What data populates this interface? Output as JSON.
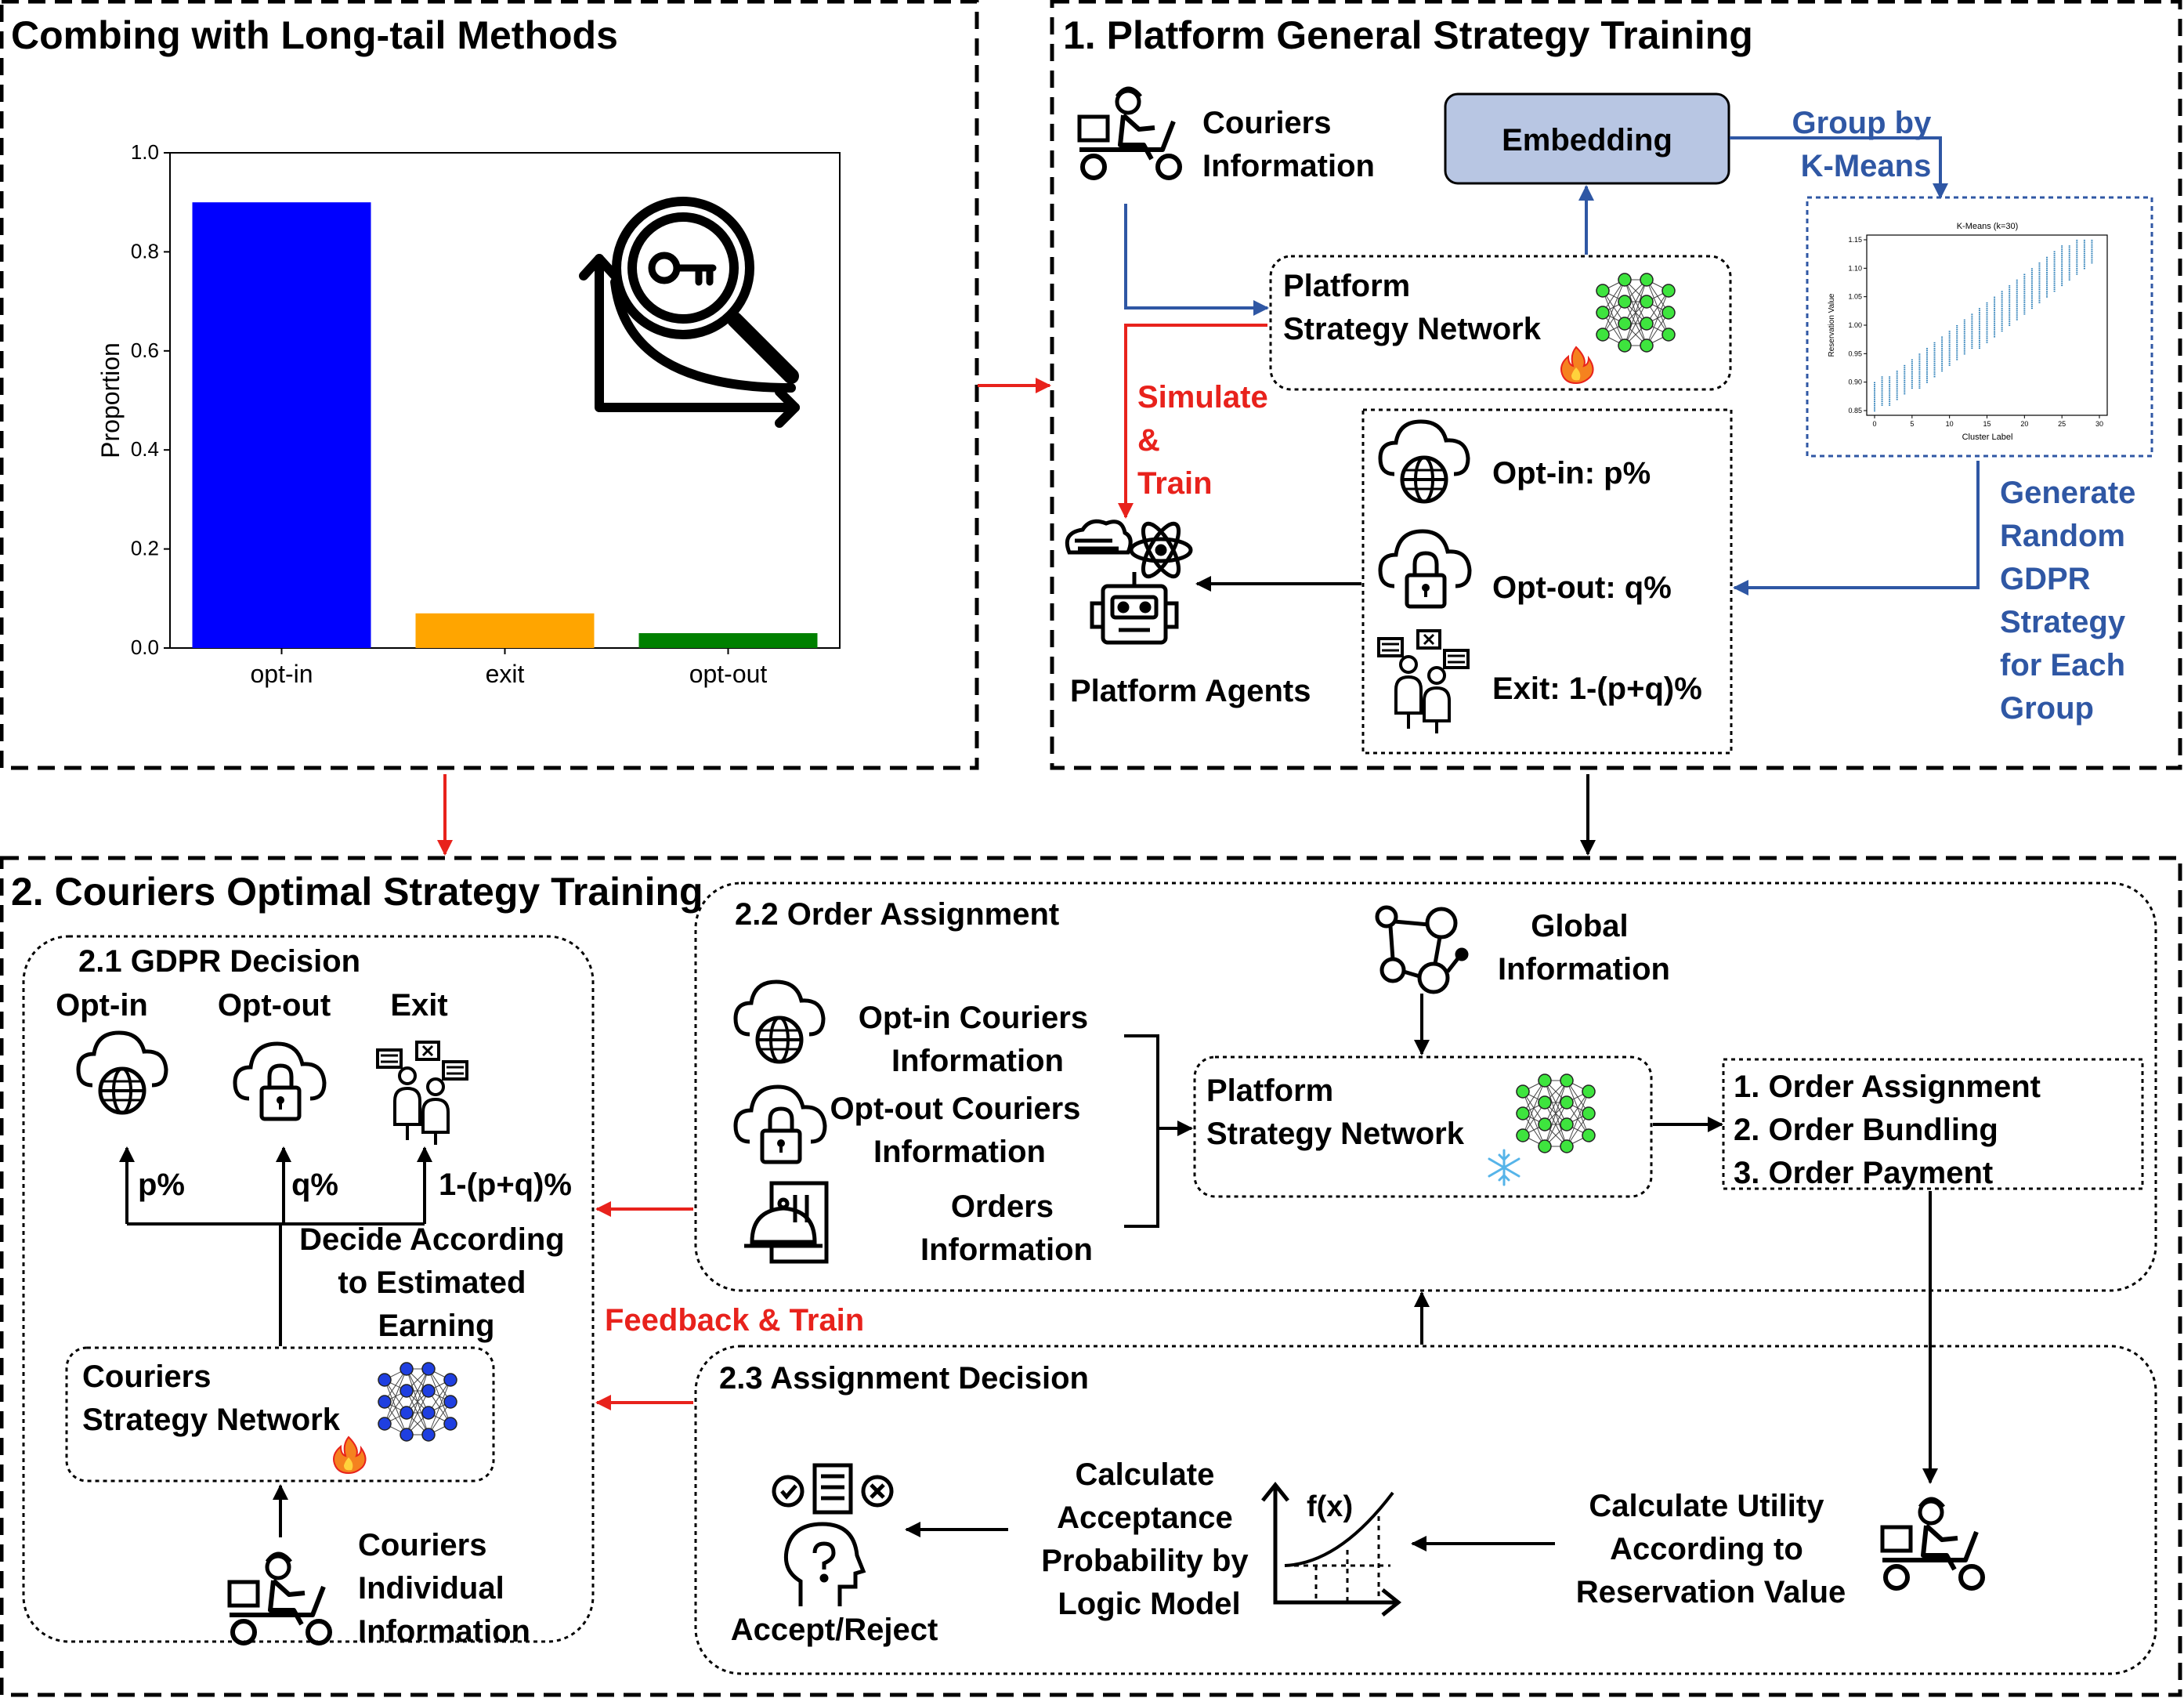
{
  "colors": {
    "red": "#e8221c",
    "blue": "#2f57a4",
    "embedding_fill": "#b8c6e3",
    "bar_optin": "#0000ff",
    "bar_exit": "#ffa500",
    "bar_optout": "#008000",
    "node_green": "#3ee43e",
    "node_blue": "#1f3fe0",
    "scatter": "#1f77b4",
    "black": "#000000"
  },
  "panels": {
    "longtail": {
      "title": "Combing with Long-tail Methods"
    },
    "platform": {
      "title": "1. Platform General Strategy Training"
    },
    "couriers": {
      "title": "2. Couriers Optimal Strategy Training"
    }
  },
  "chart_data": [
    {
      "type": "bar",
      "categories": [
        "opt-in",
        "exit",
        "opt-out"
      ],
      "values": [
        0.9,
        0.07,
        0.03
      ],
      "ylabel": "Proportion",
      "xlabel": "",
      "ylim": [
        0,
        1.0
      ],
      "yticks": [
        "0.0",
        "0.2",
        "0.4",
        "0.6",
        "0.8",
        "1.0"
      ],
      "colors": [
        "#0000ff",
        "#ffa500",
        "#008000"
      ],
      "icon": "long-tail-key-search-icon"
    },
    {
      "type": "scatter",
      "title": "K-Means (k=30)",
      "xlabel": "Cluster Label",
      "ylabel": "Reservation Value",
      "xlim": [
        0,
        30
      ],
      "ylim": [
        0.85,
        1.15
      ],
      "xticks": [
        "0",
        "5",
        "10",
        "15",
        "20",
        "25",
        "30"
      ],
      "yticks": [
        "0.85",
        "0.90",
        "0.95",
        "1.00",
        "1.05",
        "1.10",
        "1.15"
      ],
      "series": [
        {
          "clusters": [
            0,
            1,
            2,
            3,
            4,
            5,
            6,
            7,
            8,
            9,
            10,
            11,
            12,
            13,
            14,
            15,
            16,
            17,
            18,
            19,
            20,
            21,
            22,
            23,
            24,
            25,
            26,
            27,
            28,
            29
          ],
          "ymin": [
            0.85,
            0.86,
            0.86,
            0.87,
            0.88,
            0.89,
            0.89,
            0.9,
            0.91,
            0.92,
            0.93,
            0.94,
            0.95,
            0.96,
            0.96,
            0.97,
            0.98,
            0.99,
            1.0,
            1.01,
            1.02,
            1.03,
            1.04,
            1.05,
            1.06,
            1.07,
            1.08,
            1.09,
            1.1,
            1.11
          ],
          "ymax": [
            0.9,
            0.91,
            0.91,
            0.92,
            0.93,
            0.94,
            0.95,
            0.96,
            0.97,
            0.98,
            0.99,
            1.0,
            1.01,
            1.02,
            1.03,
            1.04,
            1.05,
            1.06,
            1.07,
            1.08,
            1.09,
            1.1,
            1.11,
            1.12,
            1.13,
            1.14,
            1.14,
            1.15,
            1.15,
            1.15
          ]
        }
      ]
    }
  ],
  "platform": {
    "couriers_info": [
      "Couriers",
      "Information"
    ],
    "embedding": "Embedding",
    "group_by": [
      "Group by",
      "K-Means"
    ],
    "network": [
      "Platform",
      "Strategy Network"
    ],
    "simulate": [
      "Simulate",
      "&",
      "Train"
    ],
    "opt_in": "Opt-in: p%",
    "opt_out": "Opt-out: q%",
    "exit": "Exit:  1-(p+q)%",
    "agents": "Platform Agents",
    "generate": [
      "Generate",
      "Random",
      "GDPR",
      "Strategy",
      "for Each",
      "Group"
    ]
  },
  "gdpr": {
    "title": "2.1 GDPR Decision",
    "opt_in": "Opt-in",
    "opt_out": "Opt-out",
    "exit": "Exit",
    "p": "p%",
    "q": "q%",
    "rest": "1-(p+q)%",
    "decide": [
      "Decide According",
      "to Estimated",
      "Earning"
    ],
    "network": [
      "Couriers",
      "Strategy Network"
    ],
    "individual": [
      "Couriers",
      "Individual",
      "Information"
    ]
  },
  "order": {
    "title": "2.2 Order Assignment",
    "global": [
      "Global",
      "Information"
    ],
    "optin_info": [
      "Opt-in Couriers",
      "Information"
    ],
    "optout_info": [
      "Opt-out Couriers",
      "Information"
    ],
    "orders_info": [
      "Orders",
      "Information"
    ],
    "network": [
      "Platform",
      "Strategy Network"
    ],
    "outputs": [
      "1. Order Assignment",
      "2. Order Bundling",
      "3. Order Payment"
    ]
  },
  "assign": {
    "title": "2.3 Assignment Decision",
    "calc_utility": [
      "Calculate Utility",
      "According to",
      "Reservation Value"
    ],
    "calc_prob": [
      "Calculate",
      "Acceptance",
      "Probability by",
      "Logic Model"
    ],
    "fx": "f(x)",
    "accept": "Accept/Reject"
  },
  "feedback": "Feedback & Train"
}
